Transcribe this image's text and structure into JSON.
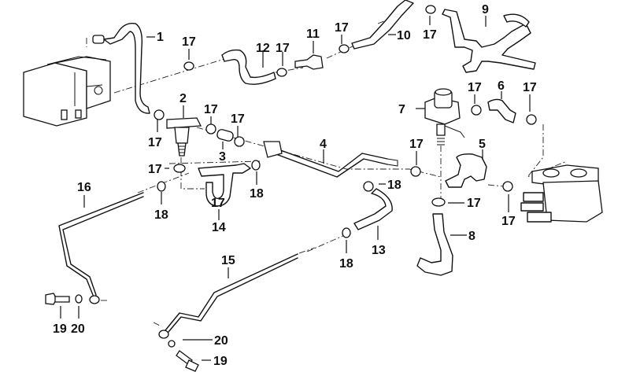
{
  "diagram": {
    "title": "Auxiliary heater coolant hoses exploded view",
    "callouts": [
      {
        "id": "c1",
        "label": "1"
      },
      {
        "id": "c2",
        "label": "2"
      },
      {
        "id": "c3",
        "label": "3"
      },
      {
        "id": "c4",
        "label": "4"
      },
      {
        "id": "c5",
        "label": "5"
      },
      {
        "id": "c6",
        "label": "6"
      },
      {
        "id": "c7",
        "label": "7"
      },
      {
        "id": "c8",
        "label": "8"
      },
      {
        "id": "c9",
        "label": "9"
      },
      {
        "id": "c10",
        "label": "10"
      },
      {
        "id": "c11",
        "label": "11"
      },
      {
        "id": "c12",
        "label": "12"
      },
      {
        "id": "c13",
        "label": "13"
      },
      {
        "id": "c14",
        "label": "14"
      },
      {
        "id": "c15",
        "label": "15"
      },
      {
        "id": "c16",
        "label": "16"
      },
      {
        "id": "c17a",
        "label": "17"
      },
      {
        "id": "c17b",
        "label": "17"
      },
      {
        "id": "c17c",
        "label": "17"
      },
      {
        "id": "c17d",
        "label": "17"
      },
      {
        "id": "c17e",
        "label": "17"
      },
      {
        "id": "c17f",
        "label": "17"
      },
      {
        "id": "c17g",
        "label": "17"
      },
      {
        "id": "c17h",
        "label": "17"
      },
      {
        "id": "c17i",
        "label": "17"
      },
      {
        "id": "c17j",
        "label": "17"
      },
      {
        "id": "c17k",
        "label": "17"
      },
      {
        "id": "c17l",
        "label": "17"
      },
      {
        "id": "c17m",
        "label": "17"
      },
      {
        "id": "c17n",
        "label": "17"
      },
      {
        "id": "c18a",
        "label": "18"
      },
      {
        "id": "c18b",
        "label": "18"
      },
      {
        "id": "c18c",
        "label": "18"
      },
      {
        "id": "c18d",
        "label": "18"
      },
      {
        "id": "c19a",
        "label": "19"
      },
      {
        "id": "c19b",
        "label": "19"
      },
      {
        "id": "c20a",
        "label": "20"
      },
      {
        "id": "c20b",
        "label": "20"
      }
    ]
  }
}
